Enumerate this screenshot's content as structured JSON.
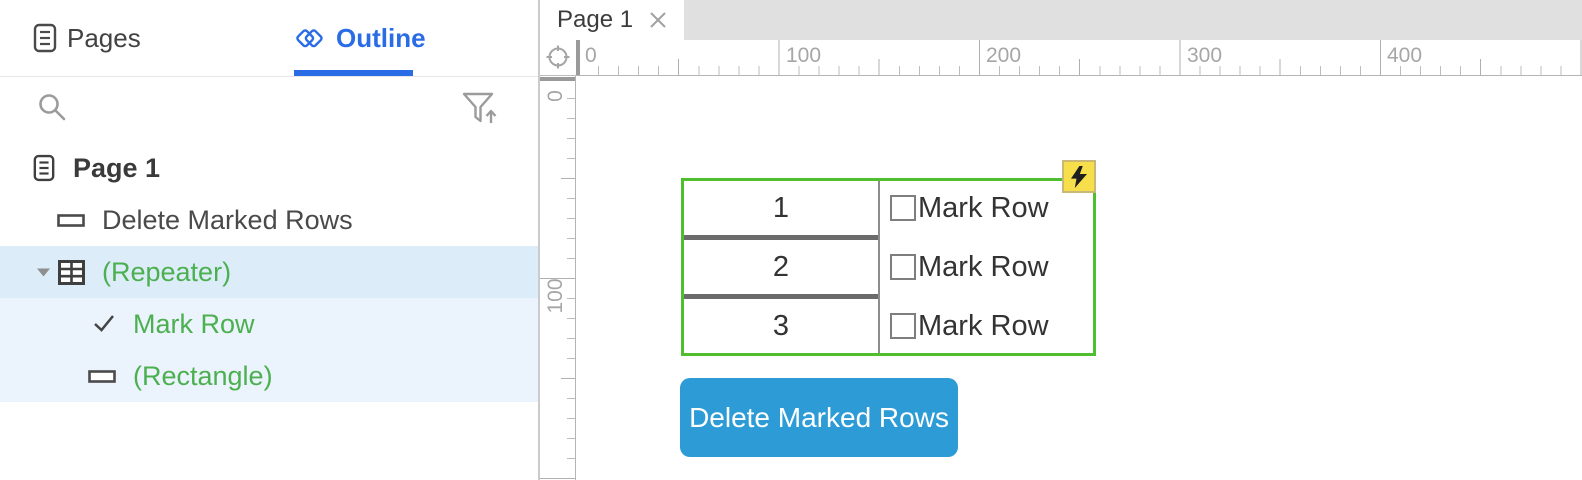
{
  "sidebar": {
    "tabs": {
      "pages": "Pages",
      "outline": "Outline"
    },
    "tree": {
      "page": {
        "label": "Page 1"
      },
      "button": {
        "label": "Delete Marked Rows"
      },
      "repeater": {
        "label": "(Repeater)"
      },
      "checkbox": {
        "label": "Mark Row"
      },
      "rectangle": {
        "label": "(Rectangle)"
      }
    }
  },
  "canvas": {
    "tab": {
      "label": "Page 1"
    },
    "h_ruler": [
      "0",
      "100",
      "200",
      "300",
      "400"
    ],
    "v_ruler": [
      "0",
      "100"
    ],
    "repeater": {
      "rows": [
        {
          "number": "1",
          "checkbox_label": "Mark Row",
          "checked": false
        },
        {
          "number": "2",
          "checkbox_label": "Mark Row",
          "checked": false
        },
        {
          "number": "3",
          "checkbox_label": "Mark Row",
          "checked": false
        }
      ]
    },
    "button": {
      "label": "Delete Marked Rows"
    }
  },
  "icons": {
    "pages": "document-icon",
    "outline": "double-diamond-icon",
    "search": "search-icon",
    "filter": "filter-up-icon",
    "corner": "crosshair-icon",
    "tab_close": "close-icon",
    "tree_caret": "caret-down-icon",
    "tree_repeater": "table-icon",
    "tree_checkbox": "check-icon",
    "tree_rectangle": "rectangle-icon",
    "badge": "lightning-icon"
  },
  "colors": {
    "accent_blue": "#2a6be6",
    "selection_green": "#4fbe2f",
    "tree_green": "#4caf50",
    "button_blue": "#2d9cd6",
    "badge_yellow": "#f6df4b",
    "row_selected": "#dcedf9",
    "row_child": "#ebf4fc",
    "tabbar_gray": "#e0e0e0"
  }
}
